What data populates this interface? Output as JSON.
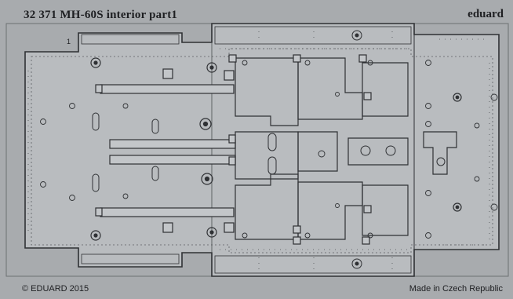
{
  "fret": {
    "title": "32 371   MH-60S interior   part1",
    "brand": "eduard",
    "part_number": "1",
    "copyright": "© EDUARD 2015",
    "origin": "Made in Czech Republic"
  },
  "colors": {
    "fret_background": "#a8abae",
    "part_fill": "#b9bcbf",
    "outline": "#2f3134",
    "text": "#1e1f22"
  },
  "icons": [
    "etched-hole-icon",
    "lightening-hole-icon",
    "mounting-bracket-icon"
  ]
}
